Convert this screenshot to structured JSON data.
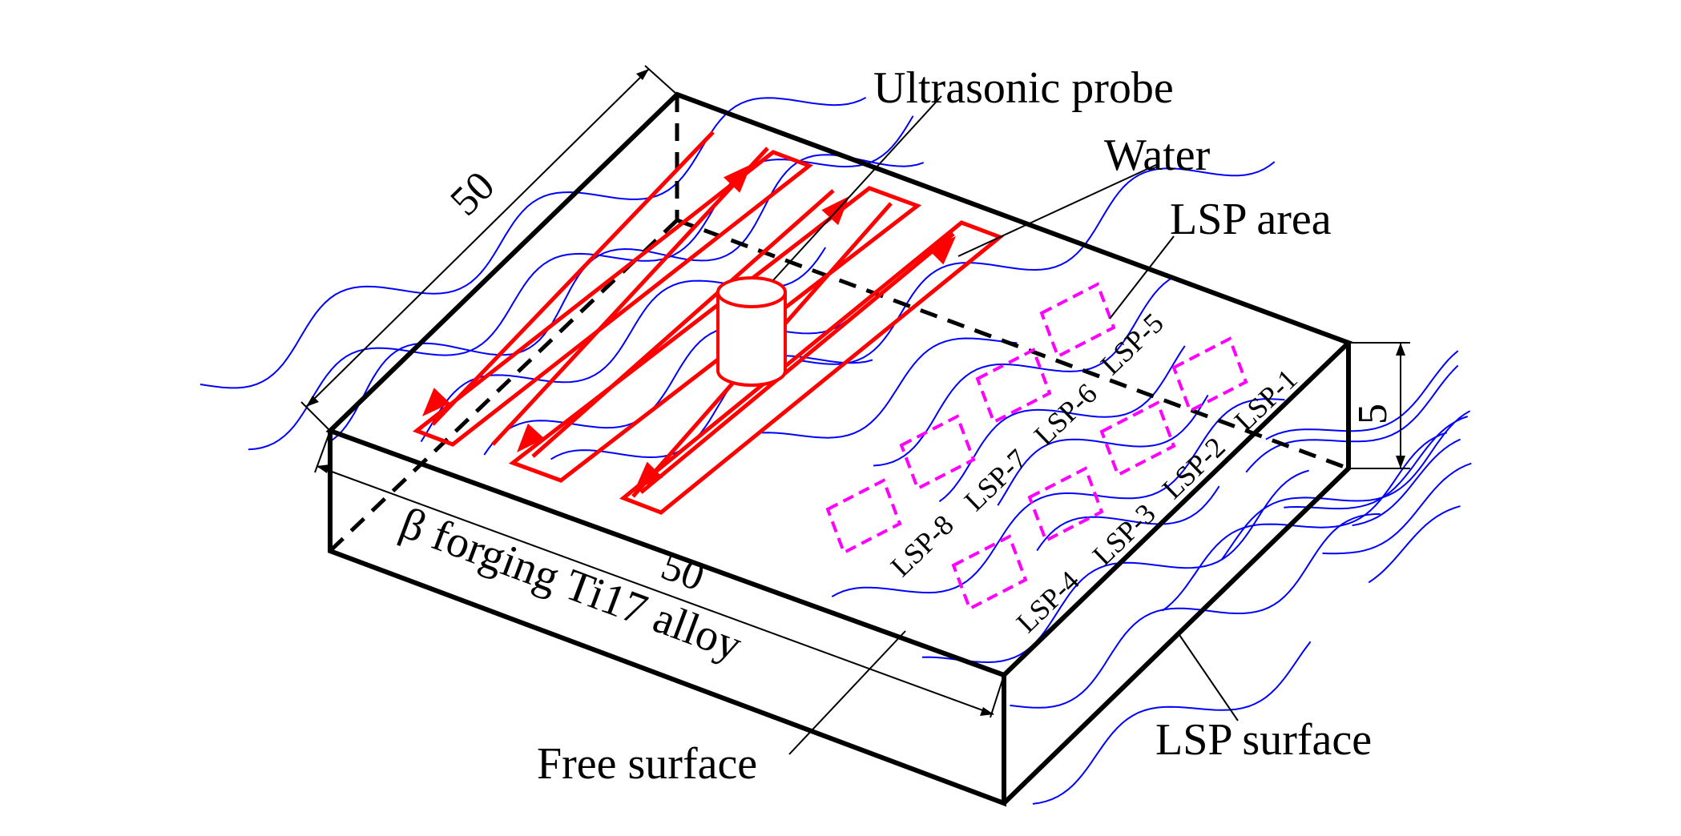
{
  "labels": {
    "ultrasonic_probe": "Ultrasonic probe",
    "water": "Water",
    "lsp_area": "LSP area",
    "alloy": "β forging Ti17 alloy",
    "free_surface": "Free surface",
    "lsp_surface": "LSP surface"
  },
  "dimensions": {
    "length": "50",
    "width": "50",
    "thickness": "5"
  },
  "lsp_samples": [
    "LSP-1",
    "LSP-2",
    "LSP-3",
    "LSP-4",
    "LSP-5",
    "LSP-6",
    "LSP-7",
    "LSP-8"
  ],
  "colors": {
    "outline": "#000000",
    "scan_path": "#ff0000",
    "water_wave": "#0000ff",
    "lsp_square": "#ff00ff"
  }
}
